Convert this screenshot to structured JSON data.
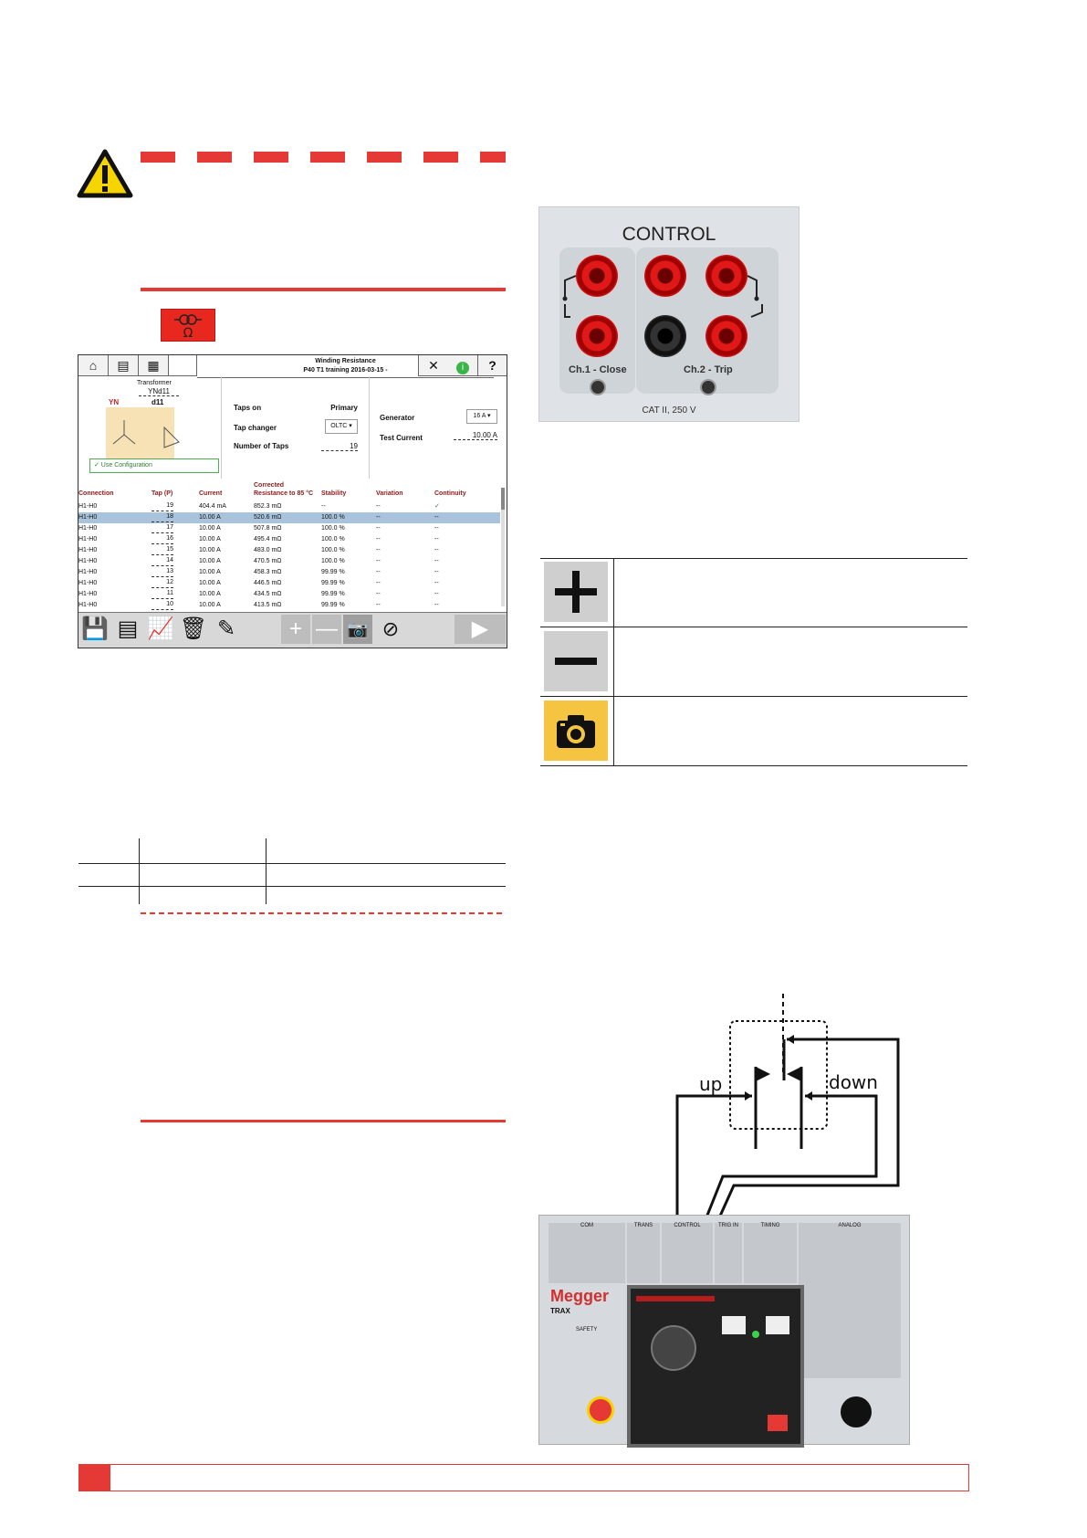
{
  "colors": {
    "accent_red": "#e53935",
    "highlight_row": "#a9c3dd",
    "camera_bg": "#f5c542"
  },
  "app": {
    "title_line1": "Winding Resistance",
    "title_line2": "P40  T1 training 2016-03-15 -",
    "transformer_label": "Transformer",
    "vector_group": "YNd11",
    "primary_conn": "YN",
    "secondary_conn": "d11",
    "use_config": "✓ Use Configuration",
    "taps_on_label": "Taps on",
    "taps_on_value": "Primary",
    "tap_changer_label": "Tap changer",
    "tap_changer_value": "OLTC",
    "num_taps_label": "Number of Taps",
    "num_taps_value": "19",
    "generator_label": "Generator",
    "generator_value": "16 A",
    "test_current_label": "Test Current",
    "test_current_value": "10.00 A",
    "columns": [
      "Connection",
      "Tap (P)",
      "Current",
      "Corrected Resistance to 85 °C",
      "Stability",
      "Variation",
      "Continuity"
    ],
    "rows": [
      [
        "H1-H0",
        "19",
        "404.4 mA",
        "852.3 mΩ",
        "--",
        "--",
        "✓"
      ],
      [
        "H1-H0",
        "18",
        "10.00 A",
        "520.6 mΩ",
        "100.0 %",
        "--",
        "--"
      ],
      [
        "H1-H0",
        "17",
        "10.00 A",
        "507.8 mΩ",
        "100.0 %",
        "--",
        "--"
      ],
      [
        "H1-H0",
        "16",
        "10.00 A",
        "495.4 mΩ",
        "100.0 %",
        "--",
        "--"
      ],
      [
        "H1-H0",
        "15",
        "10.00 A",
        "483.0 mΩ",
        "100.0 %",
        "--",
        "--"
      ],
      [
        "H1-H0",
        "14",
        "10.00 A",
        "470.5 mΩ",
        "100.0 %",
        "--",
        "--"
      ],
      [
        "H1-H0",
        "13",
        "10.00 A",
        "458.3 mΩ",
        "99.99 %",
        "--",
        "--"
      ],
      [
        "H1-H0",
        "12",
        "10.00 A",
        "446.5 mΩ",
        "99.99 %",
        "--",
        "--"
      ],
      [
        "H1-H0",
        "11",
        "10.00 A",
        "434.5 mΩ",
        "99.99 %",
        "--",
        "--"
      ],
      [
        "H1-H0",
        "10",
        "10.00 A",
        "413.5 mΩ",
        "99.99 %",
        "--",
        "--"
      ]
    ]
  },
  "control_panel": {
    "title": "CONTROL",
    "ch1": "Ch.1 - Close",
    "ch2": "Ch.2 - Trip",
    "rating": "CAT II, 250 V"
  },
  "diagram": {
    "up": "up",
    "down": "down"
  },
  "device": {
    "brand": "Megger",
    "model": "TRAX",
    "sections": [
      "COM",
      "TRANS",
      "CONTROL",
      "TRIG IN",
      "TIMING",
      "ANALOG",
      "SAFETY"
    ]
  }
}
